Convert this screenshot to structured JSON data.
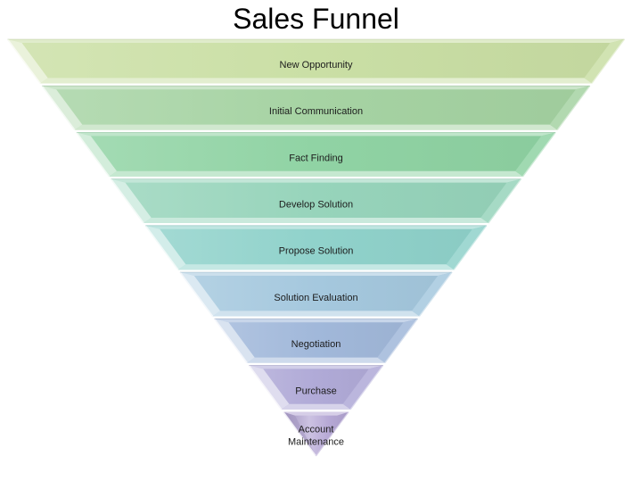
{
  "title": "Sales Funnel",
  "chart_data": {
    "type": "funnel",
    "title": "Sales Funnel",
    "direction": "inverted-pyramid-top-wide",
    "stages": [
      {
        "label": "New Opportunity",
        "color": "#cadfa5"
      },
      {
        "label": "Initial Communication",
        "color": "#a6d3a3"
      },
      {
        "label": "Fact Finding",
        "color": "#90d3a4"
      },
      {
        "label": "Develop Solution",
        "color": "#97d4bb"
      },
      {
        "label": "Propose Solution",
        "color": "#90d2cb"
      },
      {
        "label": "Solution Evaluation",
        "color": "#a5c8de"
      },
      {
        "label": "Negotiation",
        "color": "#a1b8da"
      },
      {
        "label": "Purchase",
        "color": "#b0aad7"
      },
      {
        "label": "Account Maintenance",
        "color": "#b4a6d4"
      }
    ],
    "text_color": "#1c1c1c",
    "title_color": "#000000",
    "background": "#ffffff",
    "legend": "none",
    "style": "beveled-3d-segments-with-white-gaps"
  }
}
